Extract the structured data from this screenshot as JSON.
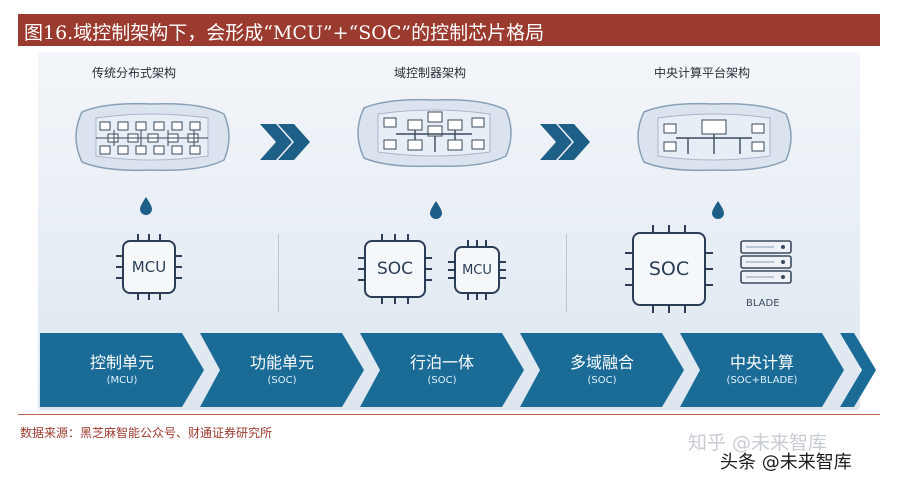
{
  "title": "图16.域控制架构下，会形成“MCU”+“SOC”的控制芯片格局",
  "architectures": [
    {
      "name": "传统分布式架构"
    },
    {
      "name": "域控制器架构"
    },
    {
      "name": "中央计算平台架构"
    }
  ],
  "chips": {
    "mcu": "MCU",
    "soc": "SOC",
    "blade": "BLADE"
  },
  "stages": [
    {
      "main": "控制单元",
      "sub": "(MCU)"
    },
    {
      "main": "功能单元",
      "sub": "(SOC)"
    },
    {
      "main": "行泊一体",
      "sub": "(SOC)"
    },
    {
      "main": "多域融合",
      "sub": "(SOC)"
    },
    {
      "main": "中央计算",
      "sub": "(SOC+BLADE)"
    }
  ],
  "source": "数据来源：黑芝麻智能公众号、财通证券研究所",
  "watermarks": {
    "zhihu": "知乎 @未来智库",
    "toutiao": "头条 @未来智库"
  },
  "colors": {
    "title_bar": "#9b3a2e",
    "chevron": "#1d5f86",
    "stage": "#1a6b96",
    "chip": "#2b3e55",
    "drop": "#1d5f86"
  },
  "icons": {
    "arrow": "double-chevron-right-icon",
    "drop": "water-drop-icon",
    "server": "server-rack-icon"
  }
}
